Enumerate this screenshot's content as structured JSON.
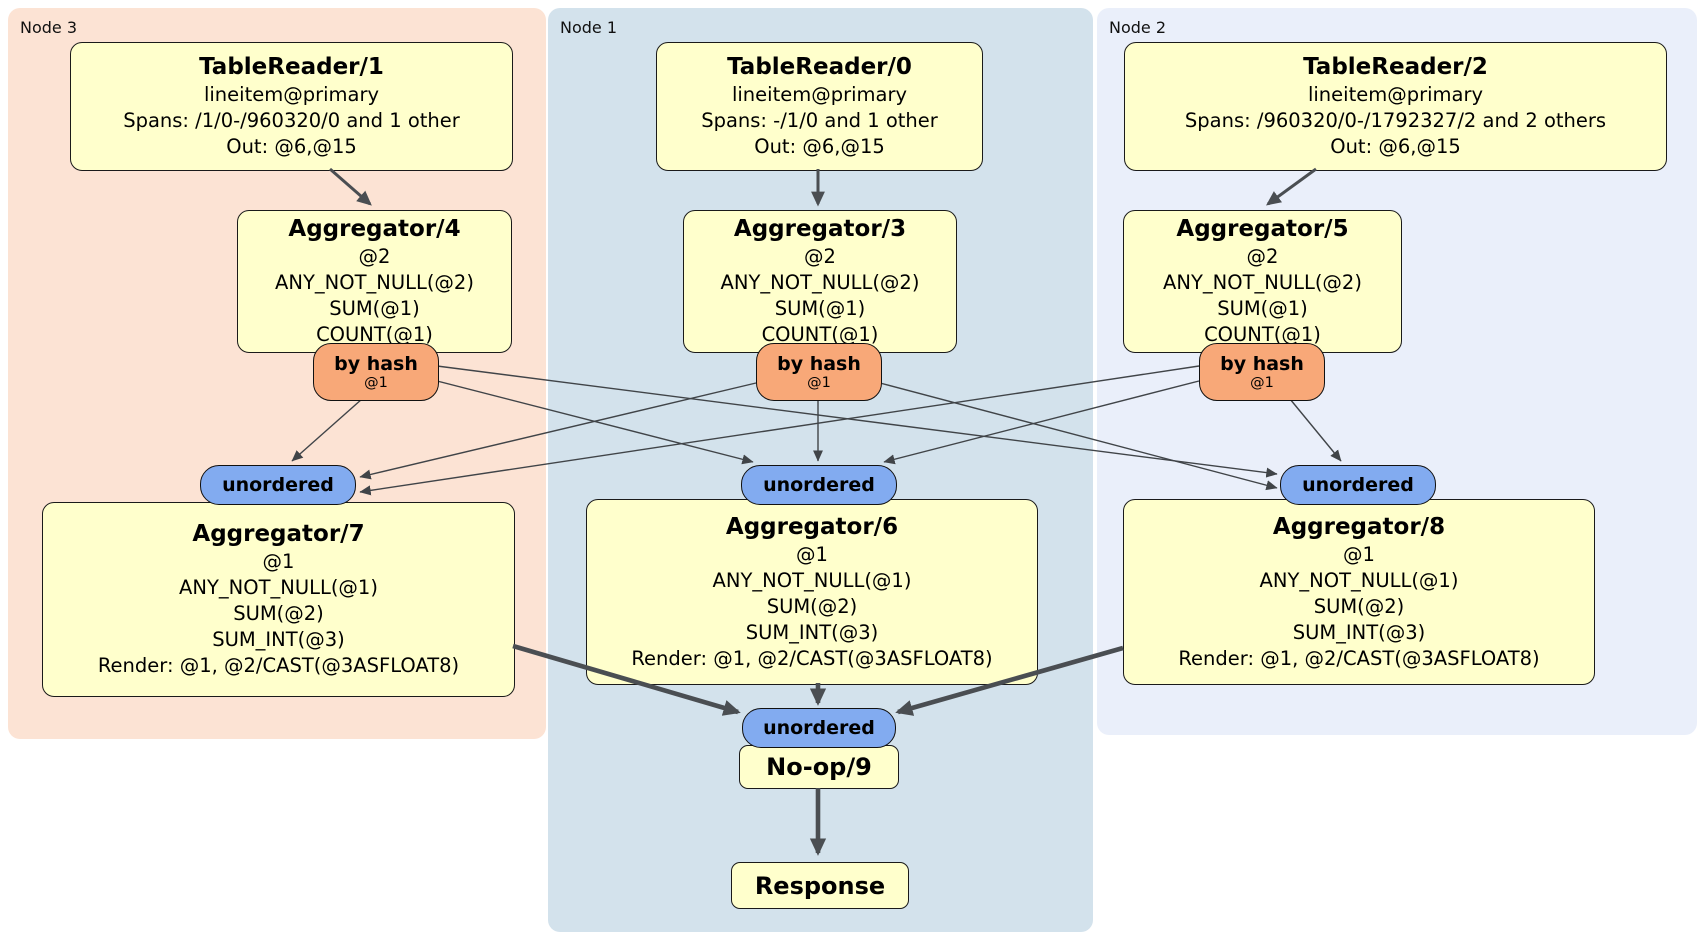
{
  "panels": [
    {
      "label": "Node 3"
    },
    {
      "label": "Node 1"
    },
    {
      "label": "Node 2"
    }
  ],
  "processors": {
    "tr1": {
      "title": "TableReader/1",
      "lines": [
        "lineitem@primary",
        "Spans: /1/0-/960320/0 and 1 other",
        "Out: @6,@15"
      ]
    },
    "tr0": {
      "title": "TableReader/0",
      "lines": [
        "lineitem@primary",
        "Spans: -/1/0 and 1 other",
        "Out: @6,@15"
      ]
    },
    "tr2": {
      "title": "TableReader/2",
      "lines": [
        "lineitem@primary",
        "Spans: /960320/0-/1792327/2 and 2 others",
        "Out: @6,@15"
      ]
    },
    "agg4": {
      "title": "Aggregator/4",
      "lines": [
        "@2",
        "ANY_NOT_NULL(@2)",
        "SUM(@1)",
        "COUNT(@1)"
      ]
    },
    "agg3": {
      "title": "Aggregator/3",
      "lines": [
        "@2",
        "ANY_NOT_NULL(@2)",
        "SUM(@1)",
        "COUNT(@1)"
      ]
    },
    "agg5": {
      "title": "Aggregator/5",
      "lines": [
        "@2",
        "ANY_NOT_NULL(@2)",
        "SUM(@1)",
        "COUNT(@1)"
      ]
    },
    "agg7": {
      "title": "Aggregator/7",
      "lines": [
        "@1",
        "ANY_NOT_NULL(@1)",
        "SUM(@2)",
        "SUM_INT(@3)",
        "Render: @1, @2/CAST(@3ASFLOAT8)"
      ]
    },
    "agg6": {
      "title": "Aggregator/6",
      "lines": [
        "@1",
        "ANY_NOT_NULL(@1)",
        "SUM(@2)",
        "SUM_INT(@3)",
        "Render: @1, @2/CAST(@3ASFLOAT8)"
      ]
    },
    "agg8": {
      "title": "Aggregator/8",
      "lines": [
        "@1",
        "ANY_NOT_NULL(@1)",
        "SUM(@2)",
        "SUM_INT(@3)",
        "Render: @1, @2/CAST(@3ASFLOAT8)"
      ]
    },
    "noop": {
      "title": "No-op/9"
    },
    "response": {
      "title": "Response"
    }
  },
  "routers": {
    "by_hash": {
      "label": "by hash",
      "sub": "@1"
    },
    "unordered": {
      "label": "unordered"
    }
  },
  "colors": {
    "node3_bg": "#fce3d4",
    "node1_bg": "#d3e2ec",
    "node2_bg": "#eaeffa",
    "box_bg": "#ffffcc",
    "hash_router_bg": "#f8a878",
    "unordered_router_bg": "#82abf0",
    "edge": "#4a4e52"
  }
}
